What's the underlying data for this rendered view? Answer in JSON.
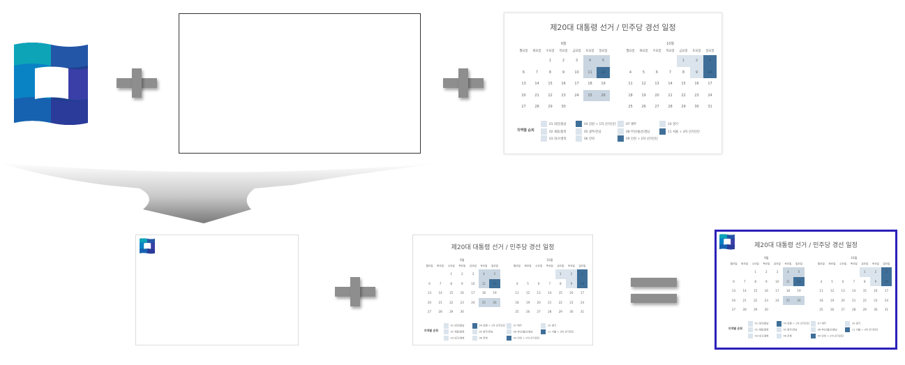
{
  "colors": {
    "light": "#dbe4ec",
    "mid": "#c9d5e0",
    "dark": "#3f6f98",
    "operator": "#8e8e8e",
    "result_border": "#2a1fb8"
  },
  "icons": [
    "logo-flag-icon",
    "plus-icon",
    "equals-icon",
    "down-arrow-icon"
  ],
  "calendar": {
    "title": "제20대 대통령 선거 / 민주당 경선 일정",
    "weekdays": [
      "월요일",
      "화요일",
      "수요일",
      "목요일",
      "금요일",
      "토요일",
      "일요일"
    ],
    "months": [
      {
        "label": "9월",
        "weeks": [
          [
            {
              "d": ""
            },
            {
              "d": ""
            },
            {
              "d": "1"
            },
            {
              "d": "2"
            },
            {
              "d": "3"
            },
            {
              "d": "4",
              "c": "mid"
            },
            {
              "d": "5",
              "c": "mid"
            }
          ],
          [
            {
              "d": "6"
            },
            {
              "d": "7"
            },
            {
              "d": "8"
            },
            {
              "d": "9"
            },
            {
              "d": "10"
            },
            {
              "d": "11",
              "c": "mid"
            },
            {
              "d": "12",
              "c": "dark"
            }
          ],
          [
            {
              "d": "13"
            },
            {
              "d": "14"
            },
            {
              "d": "15"
            },
            {
              "d": "16"
            },
            {
              "d": "17"
            },
            {
              "d": "18"
            },
            {
              "d": "19"
            }
          ],
          [
            {
              "d": "20"
            },
            {
              "d": "21"
            },
            {
              "d": "22"
            },
            {
              "d": "23"
            },
            {
              "d": "24"
            },
            {
              "d": "25",
              "c": "mid"
            },
            {
              "d": "26",
              "c": "mid"
            }
          ],
          [
            {
              "d": "27"
            },
            {
              "d": "28"
            },
            {
              "d": "29"
            },
            {
              "d": "30"
            },
            {
              "d": ""
            },
            {
              "d": ""
            },
            {
              "d": ""
            }
          ]
        ]
      },
      {
        "label": "10월",
        "weeks": [
          [
            {
              "d": ""
            },
            {
              "d": ""
            },
            {
              "d": ""
            },
            {
              "d": ""
            },
            {
              "d": "1",
              "c": "light"
            },
            {
              "d": "2",
              "c": "light"
            },
            {
              "d": "3",
              "c": "dark"
            }
          ],
          [
            {
              "d": "4"
            },
            {
              "d": "5"
            },
            {
              "d": "6"
            },
            {
              "d": "7"
            },
            {
              "d": "8"
            },
            {
              "d": "9",
              "c": "light"
            },
            {
              "d": "10",
              "c": "dark"
            }
          ],
          [
            {
              "d": "11"
            },
            {
              "d": "12"
            },
            {
              "d": "13"
            },
            {
              "d": "14"
            },
            {
              "d": "15"
            },
            {
              "d": "16"
            },
            {
              "d": "17"
            }
          ],
          [
            {
              "d": "18"
            },
            {
              "d": "19"
            },
            {
              "d": "20"
            },
            {
              "d": "21"
            },
            {
              "d": "22"
            },
            {
              "d": "23"
            },
            {
              "d": "24"
            }
          ],
          [
            {
              "d": "25"
            },
            {
              "d": "26"
            },
            {
              "d": "27"
            },
            {
              "d": "28"
            },
            {
              "d": "29"
            },
            {
              "d": "30"
            },
            {
              "d": "31"
            }
          ]
        ]
      }
    ],
    "legend_title": "지역별 순회",
    "legend": [
      {
        "label": "01 대전/충남",
        "c": "light"
      },
      {
        "label": "02 세종/충북",
        "c": "light"
      },
      {
        "label": "03 대구/경북",
        "c": "light"
      },
      {
        "label": "04 강원 + 1차 선거인단",
        "c": "dark"
      },
      {
        "label": "05 광주/전남",
        "c": "light"
      },
      {
        "label": "06 전북",
        "c": "light"
      },
      {
        "label": "07 제주",
        "c": "light"
      },
      {
        "label": "08 부산/울산/경남",
        "c": "light"
      },
      {
        "label": "09 인천 + 2차 선거인단",
        "c": "dark"
      },
      {
        "label": "10 경기",
        "c": "light"
      },
      {
        "label": "11 서울 + 3차 선거인단",
        "c": "dark"
      }
    ]
  }
}
